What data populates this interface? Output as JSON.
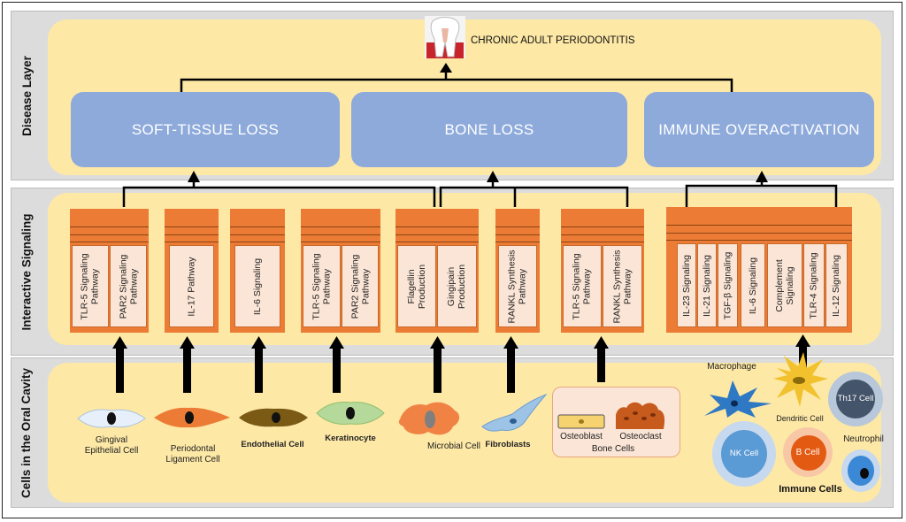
{
  "layers": {
    "disease": "Disease Layer",
    "signaling": "Interactive Signaling",
    "cells": "Cells in the Oral Cavity"
  },
  "title": "CHRONIC ADULT PERIODONTITIS",
  "outcomes": [
    "SOFT-TISSUE LOSS",
    "BONE LOSS",
    "IMMUNE OVERACTIVATION"
  ],
  "pathways": [
    [
      "TLR-5 Signaling\nPathway",
      "PAR2 Signaling\nPathway"
    ],
    [
      "IL-17 Pathway"
    ],
    [
      "IL-6 Signaling"
    ],
    [
      "TLR-5 Signaling\nPathway",
      "PAR2 Signaling\nPathway"
    ],
    [
      "Flagellin\nProduction",
      "Gingipain\nProduction"
    ],
    [
      "RANKL Synthesis\nPathway"
    ],
    [
      "TLR-5 Signaling\nPathway",
      "RANKL Synthesis\nPathway"
    ],
    [
      "IL-23 Signaling",
      "IL-21 Signaling",
      "TGF-β Signaling",
      "IL-6 Signaling",
      "Complement\nSignaling",
      "TLR-4 Signaling",
      "IL-12 Signaling"
    ]
  ],
  "cells": {
    "gingival": "Gingival\nEpithelial Cell",
    "periodontal": "Periodontal\nLigament Cell",
    "endothelial": "Endothelial Cell",
    "keratinocyte": "Keratinocyte",
    "microbial": "Microbial Cell",
    "fibroblasts": "Fibroblasts",
    "osteoblast": "Osteoblast",
    "osteoclast": "Osteoclast",
    "bone_cells": "Bone Cells",
    "macrophage": "Macrophage",
    "dendritic": "Dendritic Cell",
    "th17": "Th17 Cell",
    "nk": "NK Cell",
    "bcell": "B Cell",
    "neutrophil": "Neutrophil",
    "immune_cells": "Immune Cells"
  },
  "colors": {
    "layer_band": "#dcdcdc",
    "layer_fill": "#fde8a6",
    "outcome_box": "#8eaadb",
    "pathway_box": "#ec7c35",
    "pathway_column": "#fbe5d6",
    "bone_panel": "#fbe5d6"
  }
}
